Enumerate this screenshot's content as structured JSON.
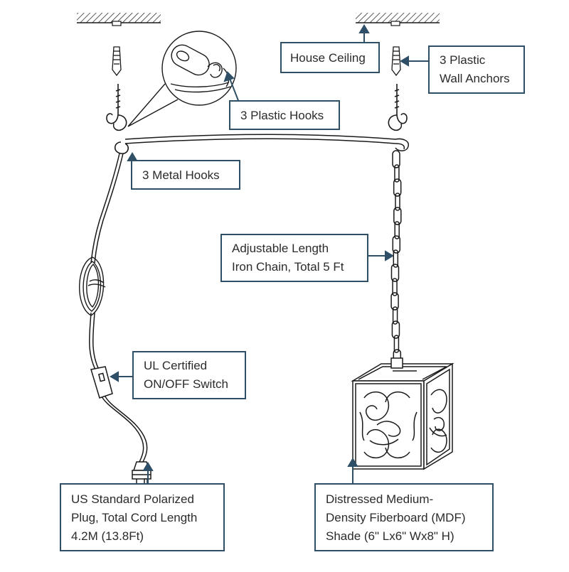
{
  "colors": {
    "line": "#1a1a1a",
    "accent": "#2e4f66",
    "text": "#2b2b2b"
  },
  "labels": {
    "house_ceiling": [
      "House Ceiling"
    ],
    "plastic_wall_anchors": [
      "3 Plastic",
      "Wall Anchors"
    ],
    "plastic_hooks": [
      "3 Plastic Hooks"
    ],
    "metal_hooks": [
      "3 Metal Hooks"
    ],
    "chain": [
      "Adjustable Length",
      "Iron Chain, Total 5 Ft"
    ],
    "switch": [
      "UL Certified",
      "ON/OFF Switch"
    ],
    "plug": [
      "US Standard Polarized",
      "Plug, Total Cord Length",
      "4.2M (13.8Ft)"
    ],
    "shade": [
      "Distressed Medium-",
      "Density Fiberboard (MDF)",
      "Shade (6\" Lx6\" Wx8\" H)"
    ]
  }
}
